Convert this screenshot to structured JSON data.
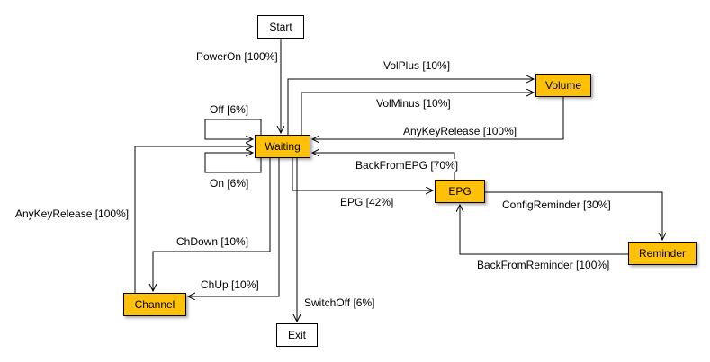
{
  "diagram": {
    "type": "state-machine",
    "nodes": [
      {
        "id": "start",
        "label": "Start",
        "kind": "plain"
      },
      {
        "id": "waiting",
        "label": "Waiting",
        "kind": "state"
      },
      {
        "id": "volume",
        "label": "Volume",
        "kind": "state"
      },
      {
        "id": "epg",
        "label": "EPG",
        "kind": "state"
      },
      {
        "id": "reminder",
        "label": "Reminder",
        "kind": "state"
      },
      {
        "id": "channel",
        "label": "Channel",
        "kind": "state"
      },
      {
        "id": "exit",
        "label": "Exit",
        "kind": "plain"
      }
    ],
    "edges": [
      {
        "from": "Start",
        "to": "Waiting",
        "label": "PowerOn [100%]"
      },
      {
        "from": "Waiting",
        "to": "Volume",
        "label": "VolPlus [10%]"
      },
      {
        "from": "Waiting",
        "to": "Volume",
        "label": "VolMinus [10%]"
      },
      {
        "from": "Volume",
        "to": "Waiting",
        "label": "AnyKeyRelease [100%]"
      },
      {
        "from": "Waiting",
        "to": "Waiting",
        "label": "Off [6%]"
      },
      {
        "from": "Waiting",
        "to": "Waiting",
        "label": "On [6%]"
      },
      {
        "from": "EPG",
        "to": "Waiting",
        "label": "BackFromEPG [70%]"
      },
      {
        "from": "Waiting",
        "to": "EPG",
        "label": "EPG [42%]"
      },
      {
        "from": "EPG",
        "to": "Reminder",
        "label": "ConfigReminder [30%]"
      },
      {
        "from": "Reminder",
        "to": "EPG",
        "label": "BackFromReminder [100%]"
      },
      {
        "from": "Channel",
        "to": "Waiting",
        "label": "AnyKeyRelease [100%]"
      },
      {
        "from": "Waiting",
        "to": "Channel",
        "label": "ChDown [10%]"
      },
      {
        "from": "Waiting",
        "to": "Channel",
        "label": "ChUp [10%]"
      },
      {
        "from": "Waiting",
        "to": "Exit",
        "label": "SwitchOff [6%]"
      }
    ],
    "colors": {
      "state_fill": "#ffc107",
      "plain_fill": "#ffffff",
      "border": "#000000",
      "line": "#000000",
      "background": "#ffffff"
    }
  }
}
